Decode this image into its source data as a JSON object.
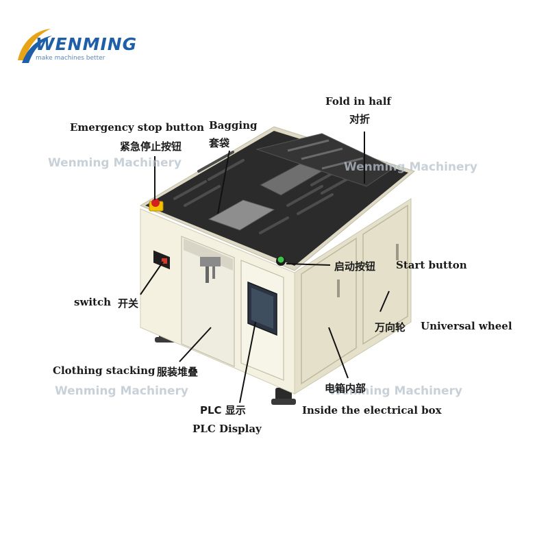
{
  "logo": {
    "name": "WENMING",
    "tagline": "make machines better",
    "colors": {
      "blue": "#1f5fa8",
      "gold": "#e8a317"
    }
  },
  "watermarks": [
    "Wenming Machinery",
    "Wenming Machinery",
    "Wenming Machinery",
    "Wenming Machinery"
  ],
  "labels": {
    "fold_en": "Fold in half",
    "fold_cn": "对折",
    "bagging_en": "Bagging",
    "bagging_cn": "套袋",
    "estop_en": "Emergency stop button",
    "estop_cn": "紧急停止按钮",
    "start_cn": "启动按钮",
    "start_en": "Start button",
    "wheel_cn": "万向轮",
    "wheel_en": "Universal wheel",
    "switch_en": "switch",
    "switch_cn": "开关",
    "stacking_en": "Clothing stacking",
    "stacking_cn": "服装堆叠",
    "ebox_cn": "电箱内部",
    "ebox_en": "Inside the electrical box",
    "plc_cn": "PLC 显示",
    "plc_en": "PLC Display"
  },
  "colors": {
    "cabinet": "#f1eedc",
    "cabinet_dark": "#dedac4",
    "top_plate": "#2a2a2a",
    "estop_yellow": "#f2c200",
    "estop_red": "#d42020",
    "start_green": "#3ec24a"
  }
}
